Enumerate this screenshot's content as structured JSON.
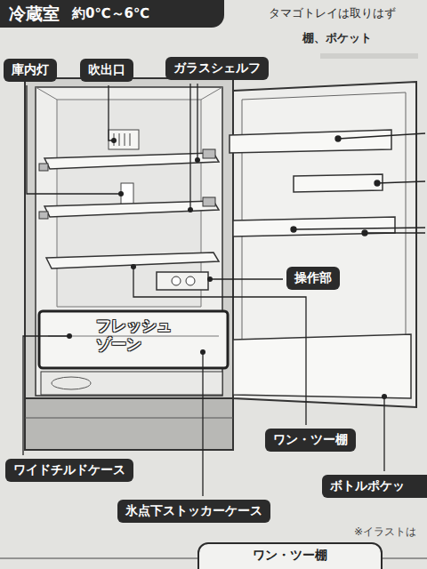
{
  "diagram": {
    "title": "冷蔵室",
    "nodes": [
      {
        "text": [
          "庫内灯"
        ]
      },
      {
        "text": [
          "吹出口"
        ]
      },
      {
        "text": [
          "ガラスシェルフ"
        ]
      },
      {
        "text": [
          "操作部"
        ]
      },
      {
        "text": [
          "フレッシュ ゾーン"
        ]
      },
      {
        "text": [
          "ワン・ツー棚"
        ]
      },
      {
        "text": [
          "ワイドチルドケース"
        ]
      },
      {
        "text": [
          "ボトルポケッ"
        ]
      },
      {
        "text": [
          "氷点下ストッカーケース"
        ]
      },
      {
        "text": [
          "ワン・ツー棚"
        ]
      }
    ],
    "labels": [
      "約0℃～6℃",
      "タマゴトレイは取りはず",
      "棚、ポケット",
      "※イラストは"
    ]
  }
}
